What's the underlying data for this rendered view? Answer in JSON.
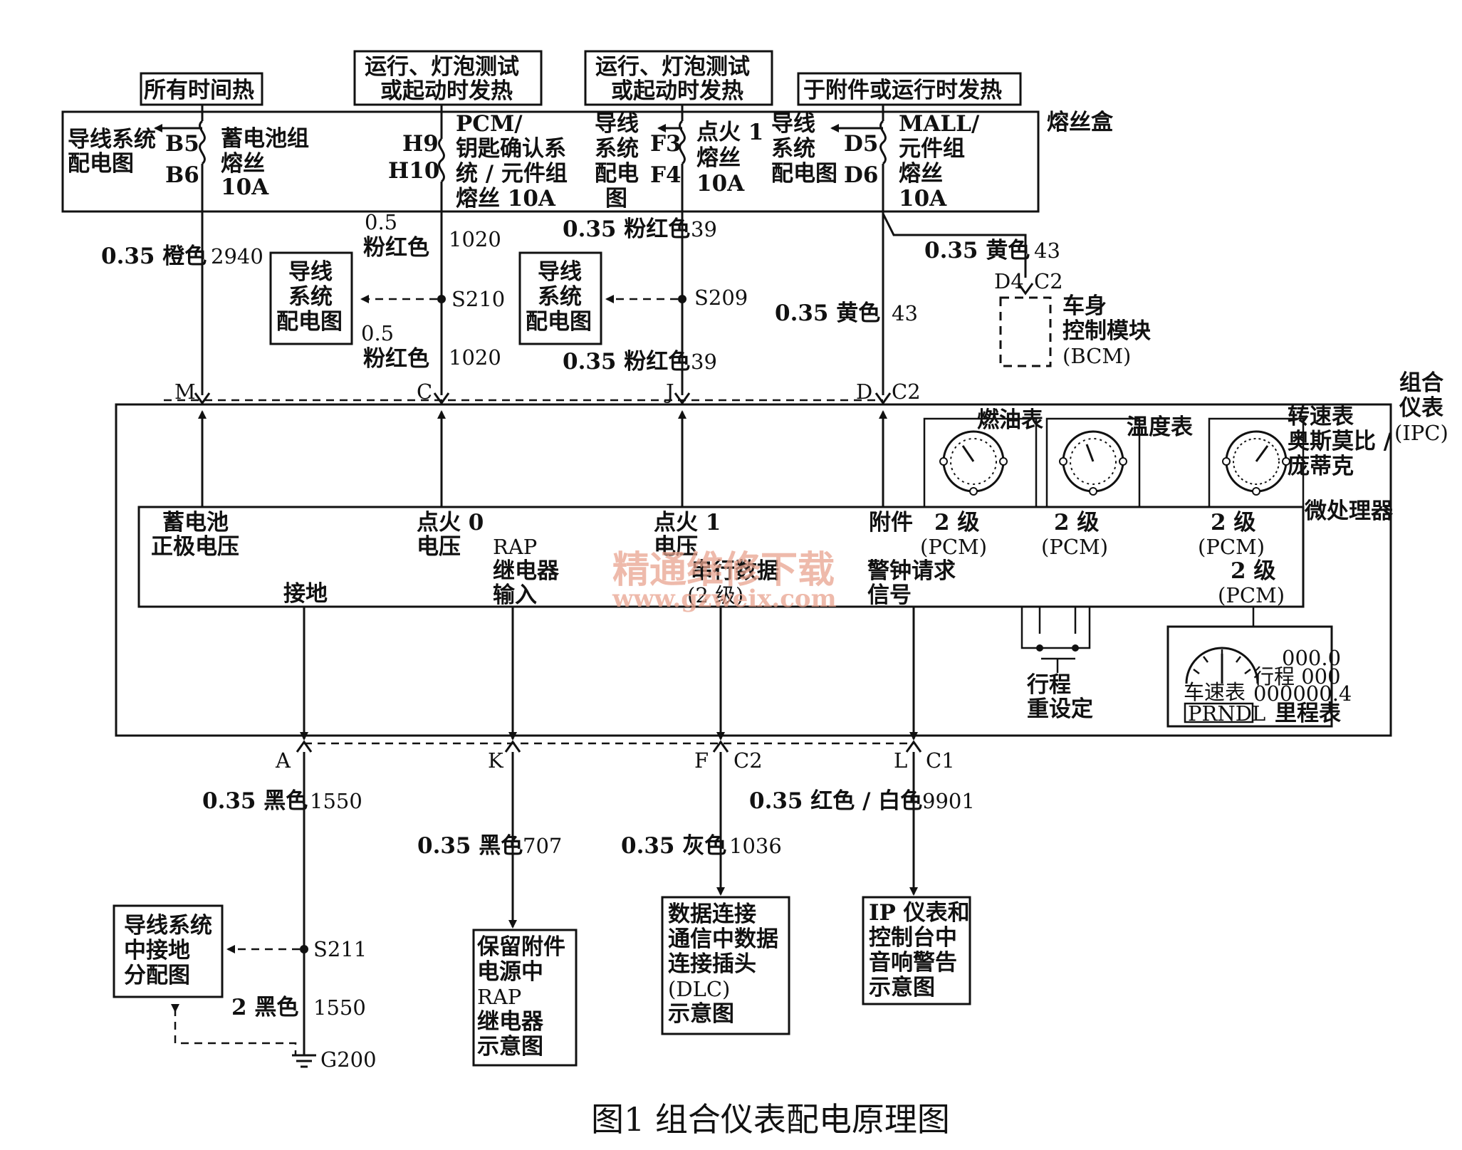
{
  "caption": "图1 组合仪表配电原理图",
  "watermark": {
    "line1": "精通维修下载",
    "line2": "www.gzweix.com"
  },
  "heat_labels": {
    "all_time": "所有时间热",
    "run_bulb_1a": "运行、灯泡测试",
    "run_bulb_1b": "或起动时发热",
    "run_bulb_2a": "运行、灯泡测试",
    "run_bulb_2b": "或起动时发热",
    "acc_run": "于附件或运行时发热"
  },
  "fuse_box": {
    "label": "熔丝盒",
    "f1": {
      "ref1": "导线系统",
      "ref2": "配电图",
      "pin1": "B5",
      "pin2": "B6",
      "name1": "蓄电池组",
      "name2": "熔丝",
      "rating": "10A"
    },
    "f2": {
      "pin1": "H9",
      "pin2": "H10",
      "name1": "PCM/",
      "name2": "钥匙确认系",
      "name3": "统 / 元件组",
      "name4": "熔丝 10A"
    },
    "f3": {
      "ref1": "导线",
      "ref2": "系统",
      "ref3": "配电",
      "ref4": "图",
      "pin1": "F3",
      "pin2": "F4",
      "name1": "点火 1",
      "name2": "熔丝",
      "rating": "10A"
    },
    "f4": {
      "ref1": "导线",
      "ref2": "系统",
      "ref3": "配电图",
      "pin1": "D5",
      "pin2": "D6",
      "name1": "MALL/",
      "name2": "元件组",
      "name3": "熔丝",
      "rating": "10A"
    }
  },
  "wires": {
    "w_m": {
      "spec": "0.35 橙色",
      "num": "2940"
    },
    "w_c_top_a": "0.5",
    "w_c_top_b": "粉红色",
    "w_c_top_num": "1020",
    "w_c_bot_a": "0.5",
    "w_c_bot_b": "粉红色",
    "w_c_bot_num": "1020",
    "w_j_top": {
      "spec": "0.35 粉红色",
      "num": "39"
    },
    "w_j_bot": {
      "spec": "0.35 粉红色",
      "num": "39"
    },
    "w_d_top": {
      "spec": "0.35 黄色",
      "num": "43"
    },
    "w_d_mid": {
      "spec": "0.35 黄色",
      "num": "43"
    },
    "w_a": {
      "spec": "0.35 黑色",
      "num": "1550"
    },
    "w_a_low": {
      "spec": "2 黑色",
      "num": "1550"
    },
    "w_k": {
      "spec": "0.35 黑色",
      "num": "707"
    },
    "w_f": {
      "spec": "0.35 灰色",
      "num": "1036"
    },
    "w_l": {
      "spec": "0.35 红色 / 白色",
      "num": "9901"
    }
  },
  "splices": {
    "s210": "S210",
    "s209": "S209",
    "s211": "S211",
    "g200": "G200"
  },
  "ref_boxes": {
    "r1": [
      "导线",
      "系统",
      "配电图"
    ],
    "r2": [
      "导线",
      "系统",
      "配电图"
    ],
    "r3": [
      "导线系统",
      "中接地",
      "分配图"
    ],
    "r4": [
      "保留附件",
      "电源中",
      "RAP",
      "继电器",
      "示意图"
    ],
    "r5": [
      "数据连接",
      "通信中数据",
      "连接插头",
      "(DLC)",
      "示意图"
    ],
    "r6": [
      "IP 仪表和",
      "控制台中",
      "音响警告",
      "示意图"
    ]
  },
  "bcm": {
    "pins": "D4",
    "conn": "C2",
    "line1": "车身",
    "line2": "控制模块",
    "line3": "(BCM)"
  },
  "connectors": {
    "m": "M",
    "c": "C",
    "j": "J",
    "d": "D",
    "c2_top": "C2",
    "a": "A",
    "k": "K",
    "f": "F",
    "c2_bot": "C2",
    "l": "L",
    "c1": "C1"
  },
  "ipc": {
    "label1": "组合",
    "label2": "仪表",
    "label3": "(IPC)",
    "micro": "微处理器",
    "fuel": "燃油表",
    "temp": "温度表",
    "tach1": "转速表",
    "tach2": "奥斯莫比 /",
    "tach3": "庞蒂克",
    "bat1": "蓄电池",
    "bat2": "正极电压",
    "ign0a": "点火 0",
    "ign0b": "电压",
    "ground": "接地",
    "rap1": "RAP",
    "rap2": "继电器",
    "rap3": "输入",
    "ign1a": "点火 1",
    "ign1b": "电压",
    "serial1": "串行数据",
    "serial2": "(2 级)",
    "acc": "附件",
    "chime1": "警钟请求",
    "chime2": "信号",
    "lvl1a": "2 级",
    "lvl1b": "(PCM)",
    "lvl2a": "2 级",
    "lvl2b": "(PCM)",
    "lvl3a": "2 级",
    "lvl3b": "(PCM)",
    "lvl4a": "2 级",
    "lvl4b": "(PCM)",
    "trip1": "行程",
    "trip2": "重设定",
    "speedo": "车速表",
    "prndl": "PRNDL",
    "odo_top": "000.0",
    "odo_trip": "行程 000",
    "odo_total": "000000.4",
    "odo_label": "里程表"
  }
}
